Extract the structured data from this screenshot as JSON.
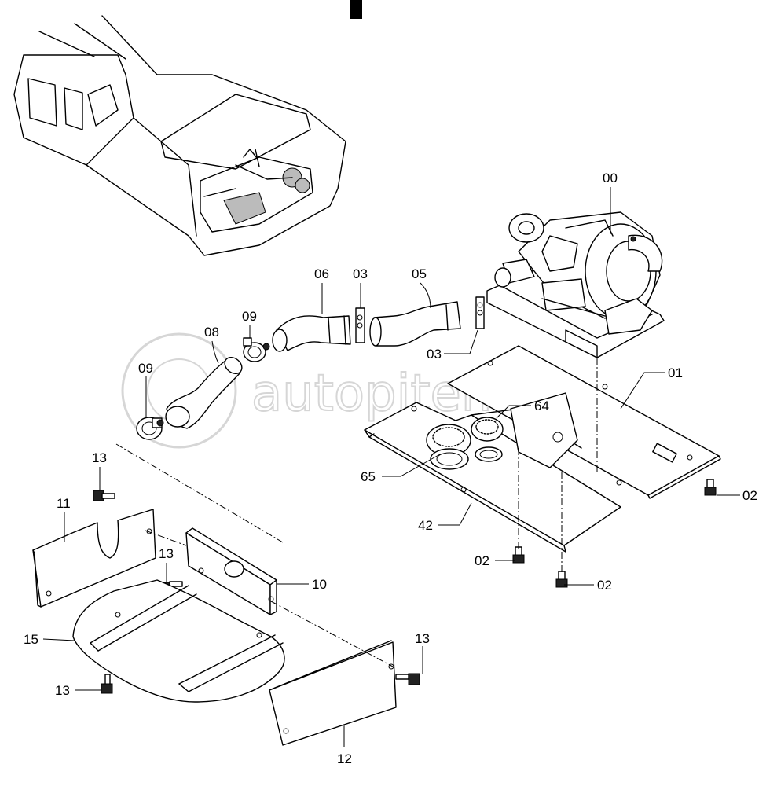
{
  "watermark": "autopiter.ru",
  "callouts": {
    "c00": "00",
    "c01": "01",
    "c02a": "02",
    "c02b": "02",
    "c02c": "02",
    "c03a": "03",
    "c03b": "03",
    "c05": "05",
    "c06": "06",
    "c08": "08",
    "c09a": "09",
    "c09b": "09",
    "c10": "10",
    "c11": "11",
    "c12": "12",
    "c13a": "13",
    "c13b": "13",
    "c13c": "13",
    "c13d": "13",
    "c15": "15",
    "c42": "42",
    "c64": "64",
    "c65": "65"
  }
}
